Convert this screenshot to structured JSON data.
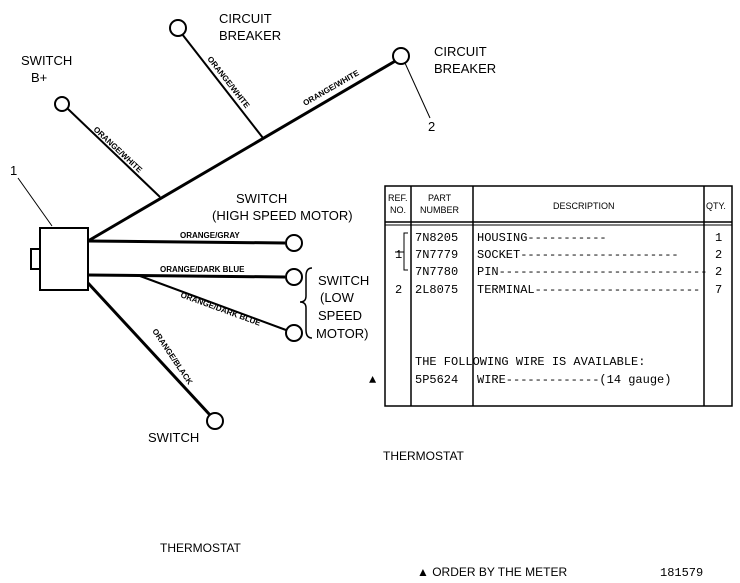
{
  "labels": {
    "circuit_breaker_1": [
      "CIRCUIT",
      "BREAKER"
    ],
    "circuit_breaker_2": [
      "CIRCUIT",
      "BREAKER"
    ],
    "switch_b_plus": [
      "SWITCH",
      "B+"
    ],
    "switch_high": [
      "SWITCH",
      "(HIGH SPEED MOTOR)"
    ],
    "switch_low": [
      "SWITCH",
      "(LOW",
      "SPEED",
      "MOTOR)"
    ],
    "switch_thermostat": "SWITCH",
    "thermostat_under_table": "THERMOSTAT",
    "thermostat_bottom": "THERMOSTAT",
    "callout_1": "1",
    "callout_2": "2"
  },
  "wires": {
    "w1": "ORANGE/WHITE",
    "w2": "ORANGE/WHITE",
    "w3": "ORANGE/WHITE",
    "w4": "ORANGE/GRAY",
    "w5": "ORANGE/DARK BLUE",
    "w6": "ORANGE/DARK BLUE",
    "w7": "ORANGE/BLACK"
  },
  "table": {
    "headers": {
      "ref": [
        "REF.",
        "NO."
      ],
      "part": [
        "PART",
        "NUMBER"
      ],
      "desc": "DESCRIPTION",
      "qty": "QTY."
    },
    "rows": [
      {
        "ref": "",
        "part": "7N8205",
        "desc": "HOUSING-----------",
        "qty": "1"
      },
      {
        "ref": "1",
        "part": "7N7779",
        "desc": "SOCKET----------------------",
        "qty": "2"
      },
      {
        "ref": "",
        "part": "7N7780",
        "desc": "PIN-----------------------------",
        "qty": "2"
      },
      {
        "ref": "2",
        "part": "2L8075",
        "desc": "TERMINAL-----------------------",
        "qty": "7"
      }
    ],
    "wire_note": "THE FOLLOWING WIRE IS AVAILABLE:",
    "wire_row": {
      "marker": "▲",
      "part": "5P5624",
      "desc": "WIRE-------------(14 gauge)"
    }
  },
  "footer": {
    "order_note": "▲ ORDER BY THE METER",
    "figure_id": "181579"
  }
}
